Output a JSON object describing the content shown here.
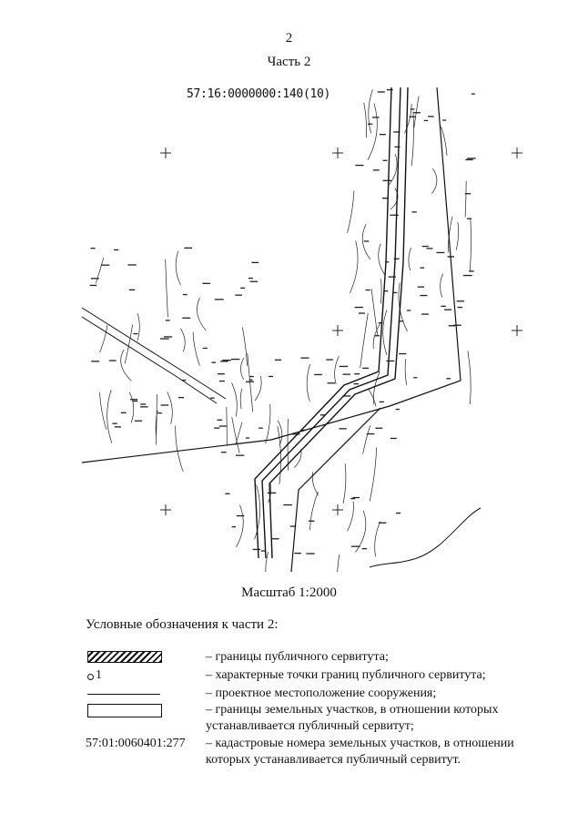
{
  "page": {
    "number": "2",
    "part_title": "Часть 2"
  },
  "map": {
    "cadastral_block": "57:16:0000000:140(10)",
    "scale": "Масштаб 1:2000"
  },
  "legend": {
    "title": "Условные обозначения к части 2:",
    "items": [
      {
        "symbol": "hatched-band",
        "text": "– границы публичного сервитута;"
      },
      {
        "symbol": "point",
        "symbol_label": "1",
        "text": "– характерные точки границ публичного сервитута;"
      },
      {
        "symbol": "line",
        "text": "– проектное местоположение сооружения;"
      },
      {
        "symbol": "box",
        "text": "– границы земельных участков, в отношении которых устанавливается публичный сервитут;"
      },
      {
        "symbol": "cadastral-number",
        "symbol_label": "57:01:0060401:277",
        "text": "– кадастровые номера земельных участков, в отношении которых устанавливается публичный сервитут."
      }
    ]
  }
}
